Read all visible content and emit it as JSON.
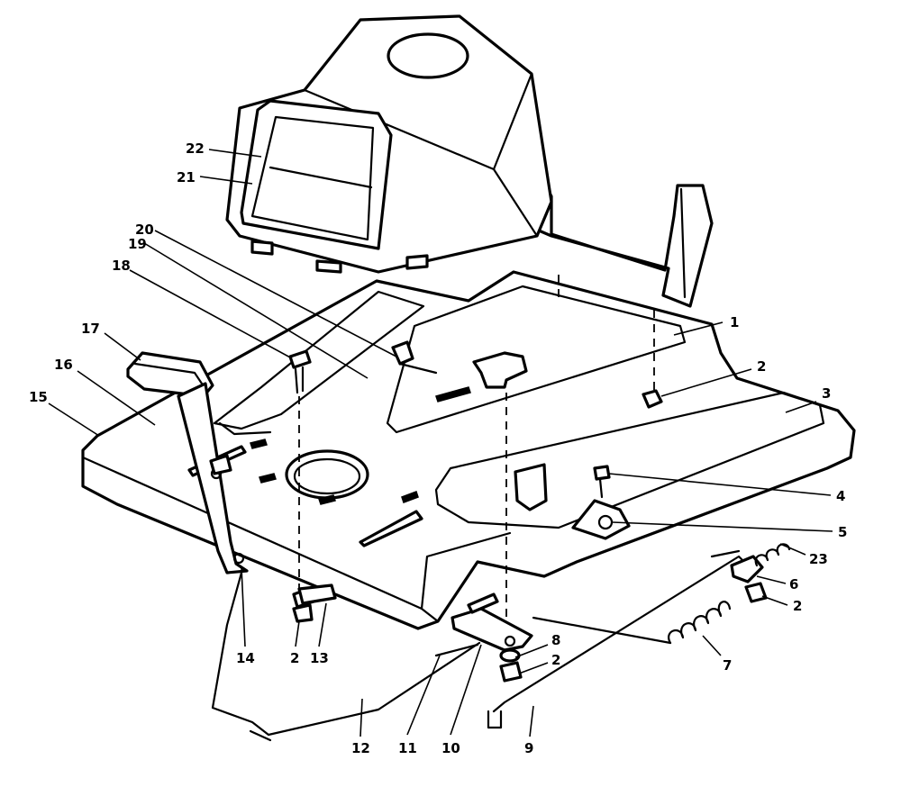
{
  "callouts": [
    {
      "id": "1",
      "text": "1"
    },
    {
      "id": "2a",
      "text": "2"
    },
    {
      "id": "3",
      "text": "3"
    },
    {
      "id": "4",
      "text": "4"
    },
    {
      "id": "5",
      "text": "5"
    },
    {
      "id": "23",
      "text": "23"
    },
    {
      "id": "6",
      "text": "6"
    },
    {
      "id": "2b",
      "text": "2"
    },
    {
      "id": "7",
      "text": "7"
    },
    {
      "id": "8",
      "text": "8"
    },
    {
      "id": "2c",
      "text": "2"
    },
    {
      "id": "9",
      "text": "9"
    },
    {
      "id": "10",
      "text": "10"
    },
    {
      "id": "11",
      "text": "11"
    },
    {
      "id": "12",
      "text": "12"
    },
    {
      "id": "13",
      "text": "13"
    },
    {
      "id": "2d",
      "text": "2"
    },
    {
      "id": "14",
      "text": "14"
    },
    {
      "id": "15",
      "text": "15"
    },
    {
      "id": "16",
      "text": "16"
    },
    {
      "id": "17",
      "text": "17"
    },
    {
      "id": "18",
      "text": "18"
    },
    {
      "id": "19",
      "text": "19"
    },
    {
      "id": "20",
      "text": "20"
    },
    {
      "id": "21",
      "text": "21"
    },
    {
      "id": "22",
      "text": "22"
    }
  ]
}
